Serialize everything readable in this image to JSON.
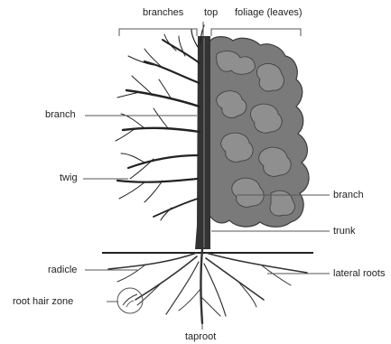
{
  "labels": {
    "branches": "branches",
    "top": "top",
    "foliage": "foliage (leaves)",
    "branch_left": "branch",
    "twig": "twig",
    "branch_right": "branch",
    "trunk": "trunk",
    "radicle": "radicle",
    "lateral_roots": "lateral roots",
    "root_hair_zone": "root hair zone",
    "taproot": "taproot"
  },
  "colors": {
    "foliage_dark": "#6f6f6f",
    "foliage_light": "#8c8c8c",
    "trunk": "#333333",
    "lines": "#555555"
  }
}
